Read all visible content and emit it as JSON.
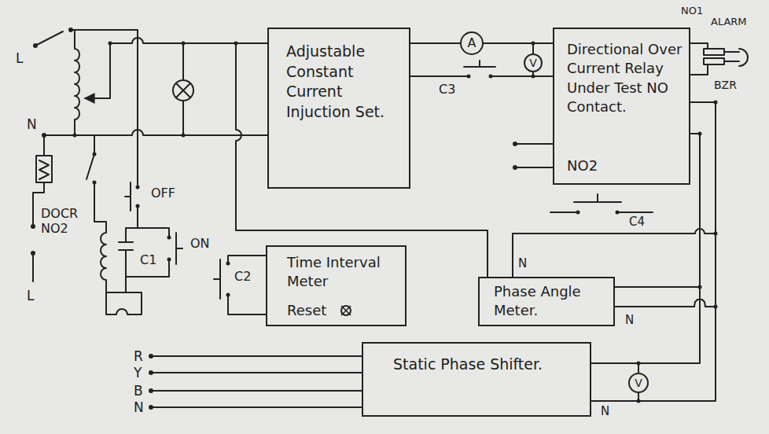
{
  "diagram": {
    "nodes": [
      {
        "text": [
          "Adjustable Constant Current Injuction Set."
        ]
      },
      {
        "text": [
          "A"
        ]
      },
      {
        "text": [
          "V"
        ]
      },
      {
        "text": [
          "Directional Over Current Relay Under Test NO Contact.",
          "NO2"
        ]
      },
      {
        "text": [
          "Time Interval Meter",
          "Reset"
        ]
      },
      {
        "text": [
          "Phase Angle Meter."
        ]
      },
      {
        "text": [
          "Static Phase Shifter."
        ]
      },
      {
        "text": [
          "V"
        ]
      }
    ],
    "edges": [
      {
        "from": 0,
        "to": 1,
        "arrow": "none"
      },
      {
        "from": 1,
        "to": 3,
        "arrow": "none"
      },
      {
        "from": 0,
        "to": 3,
        "arrow": "none"
      },
      {
        "from": 3,
        "to": 6,
        "arrow": "none"
      },
      {
        "from": 3,
        "to": 6,
        "arrow": "none"
      },
      {
        "from": 5,
        "to": 3,
        "arrow": "none"
      },
      {
        "from": 5,
        "to": 3,
        "arrow": "none"
      },
      {
        "from": 6,
        "to": 7,
        "arrow": "none"
      },
      {
        "from": 7,
        "to": 6,
        "arrow": "none"
      },
      {
        "from": 1,
        "to": 2,
        "arrow": "none"
      },
      {
        "from": 2,
        "to": 3,
        "arrow": "none"
      }
    ],
    "labels": [
      "L",
      "N",
      "DOCR NO2",
      "L",
      "OFF",
      "ON",
      "C1",
      "C2",
      "C3",
      "C4",
      "ALARM",
      "BZR",
      "NO1",
      "N",
      "N",
      "N",
      "R",
      "Y",
      "B",
      "N"
    ]
  }
}
